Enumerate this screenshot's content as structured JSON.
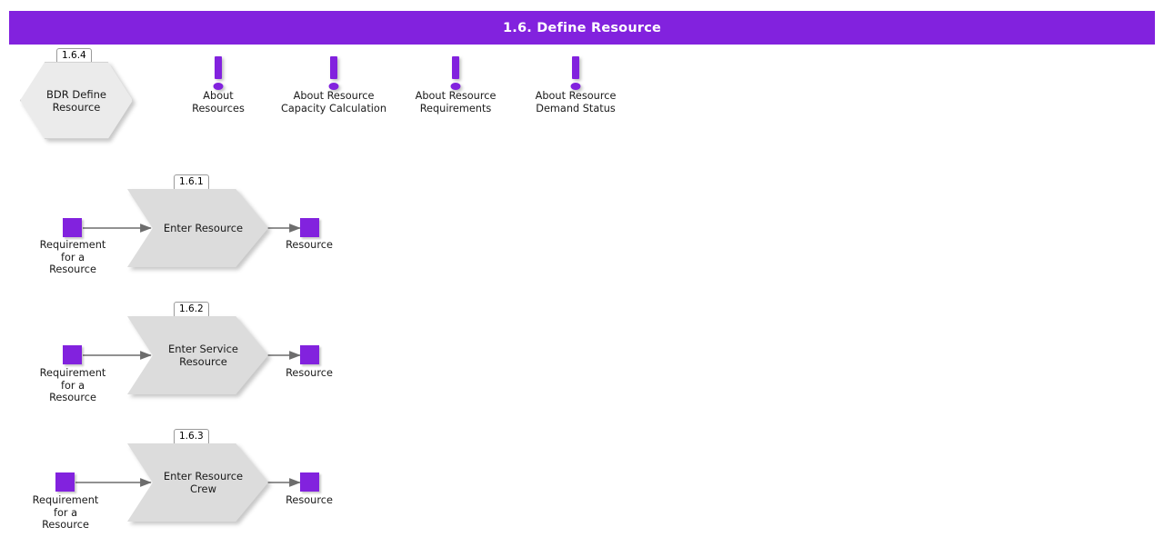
{
  "header": {
    "title": "1.6. Define Resource",
    "background_color": "#8222de",
    "text_color": "#ffffff"
  },
  "canvas": {
    "background_color": "#ffffff",
    "shape_fill": "#dcdcdc",
    "hexagon_fill": "#ebebeb",
    "accent_color": "#8222de",
    "connector_color": "#6d6d6d"
  },
  "summary_node": {
    "badge": "1.6.4",
    "label": "BDR Define\nResource",
    "shape": "hexagon"
  },
  "info_markers": [
    {
      "icon": "exclamation-icon",
      "label": "About\nResources"
    },
    {
      "icon": "exclamation-icon",
      "label": "About Resource\nCapacity Calculation"
    },
    {
      "icon": "exclamation-icon",
      "label": "About Resource\nRequirements"
    },
    {
      "icon": "exclamation-icon",
      "label": "About Resource\nDemand Status"
    }
  ],
  "processes": [
    {
      "badge": "1.6.1",
      "label": "Enter Resource",
      "input": {
        "label": "Requirement\nfor a\nResource"
      },
      "output": {
        "label": "Resource"
      }
    },
    {
      "badge": "1.6.2",
      "label": "Enter Service\nResource",
      "input": {
        "label": "Requirement\nfor a\nResource"
      },
      "output": {
        "label": "Resource"
      }
    },
    {
      "badge": "1.6.3",
      "label": "Enter Resource\nCrew",
      "input": {
        "label": "Requirement\nfor a\nResource"
      },
      "output": {
        "label": "Resource"
      }
    }
  ]
}
